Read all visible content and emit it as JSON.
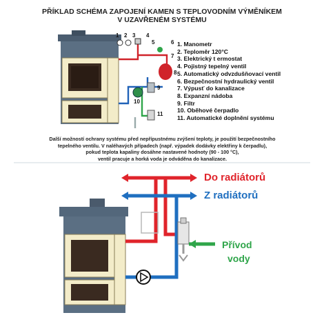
{
  "header": {
    "line1": "PŘÍKLAD SCHÉMA ZAPOJENÍ KAMEN S TEPLOVODNÍM VÝMĚNÍKEM",
    "line2": "V UZAVŘENÉM SYSTÉMU"
  },
  "legend": [
    "1. Manometr",
    "2. Teploměr 120°C",
    "3. Elektrický t ermostat",
    "4. Pojistný tepelný ventil",
    "5. Automatický odvzdušňovací ventil",
    "6. Bezpečnostní hydraulický ventil",
    "7. Výpusť do kanalizace",
    "8. Expanzní nádoba",
    "9. Filtr",
    "10. Oběhové čerpadlo",
    "11. Automatické doplnění systému"
  ],
  "callouts": {
    "n1": "1",
    "n2": "2",
    "n3": "3",
    "n4": "4",
    "n5": "5",
    "n6": "6",
    "n7": "7",
    "n8": "8",
    "n9": "9",
    "n10": "10",
    "n11": "11"
  },
  "note": {
    "line1": "Další možností ochrany systému před nepřípustnému zvýšení teploty, je použití bezpečnostního",
    "line2": "tepelného ventilu. V naléhavých případech (např. výpadek dodávky elektřiny k čerpadlu),",
    "line3": "pokud teplota kapaliny dosáhne nastavené hodnoty (90 - 100 °C),",
    "line4": "ventil pracuje a horká voda je odváděna do kanalizace."
  },
  "bottom": {
    "to_radiators": "Do radiátorů",
    "from_radiators": "Z radiátorů",
    "supply_line1": "Přívod",
    "supply_line2": "vody"
  },
  "colors": {
    "hot": "#e0242b",
    "cold": "#1f6fc0",
    "supply": "#2fa54a",
    "stove": "#5b6f83",
    "frame": "#f3ecc9"
  }
}
